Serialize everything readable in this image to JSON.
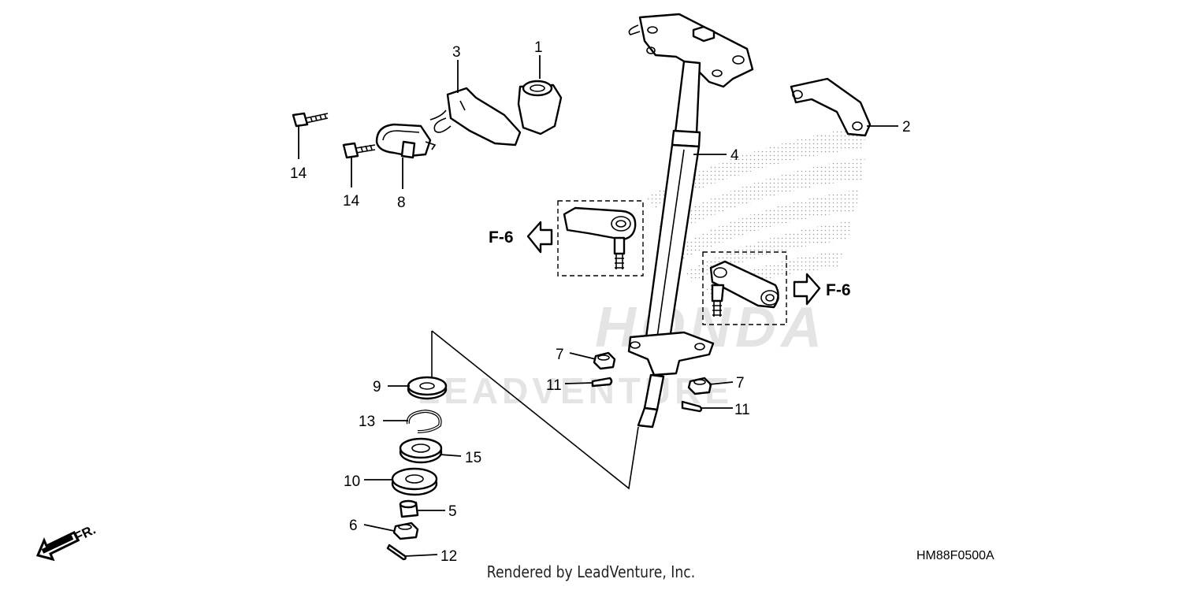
{
  "labels": {
    "p1": "1",
    "p2": "2",
    "p3": "3",
    "p4": "4",
    "p5": "5",
    "p6": "6",
    "p7a": "7",
    "p7b": "7",
    "p8": "8",
    "p9": "9",
    "p10": "10",
    "p11a": "11",
    "p11b": "11",
    "p12": "12",
    "p13": "13",
    "p14a": "14",
    "p14b": "14",
    "p15": "15"
  },
  "references": {
    "left": "F-6",
    "right": "F-6"
  },
  "direction_marker": "FR.",
  "watermark": {
    "brand": "HONDA",
    "dealer": "LEADVENTURE"
  },
  "diagram_code": "HM88F0500A",
  "footer": "Rendered by LeadVenture, Inc."
}
